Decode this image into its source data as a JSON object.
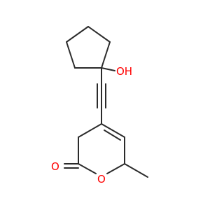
{
  "molecule": {
    "atoms": {
      "hydroxyl": {
        "label": "OH",
        "color": "#ff0000"
      },
      "carbonyl_oxygen": {
        "label": "O",
        "color": "#ff0000"
      },
      "ring_oxygen": {
        "label": "O",
        "color": "#ff0000"
      }
    },
    "bond_color": "#2b2b2b"
  }
}
